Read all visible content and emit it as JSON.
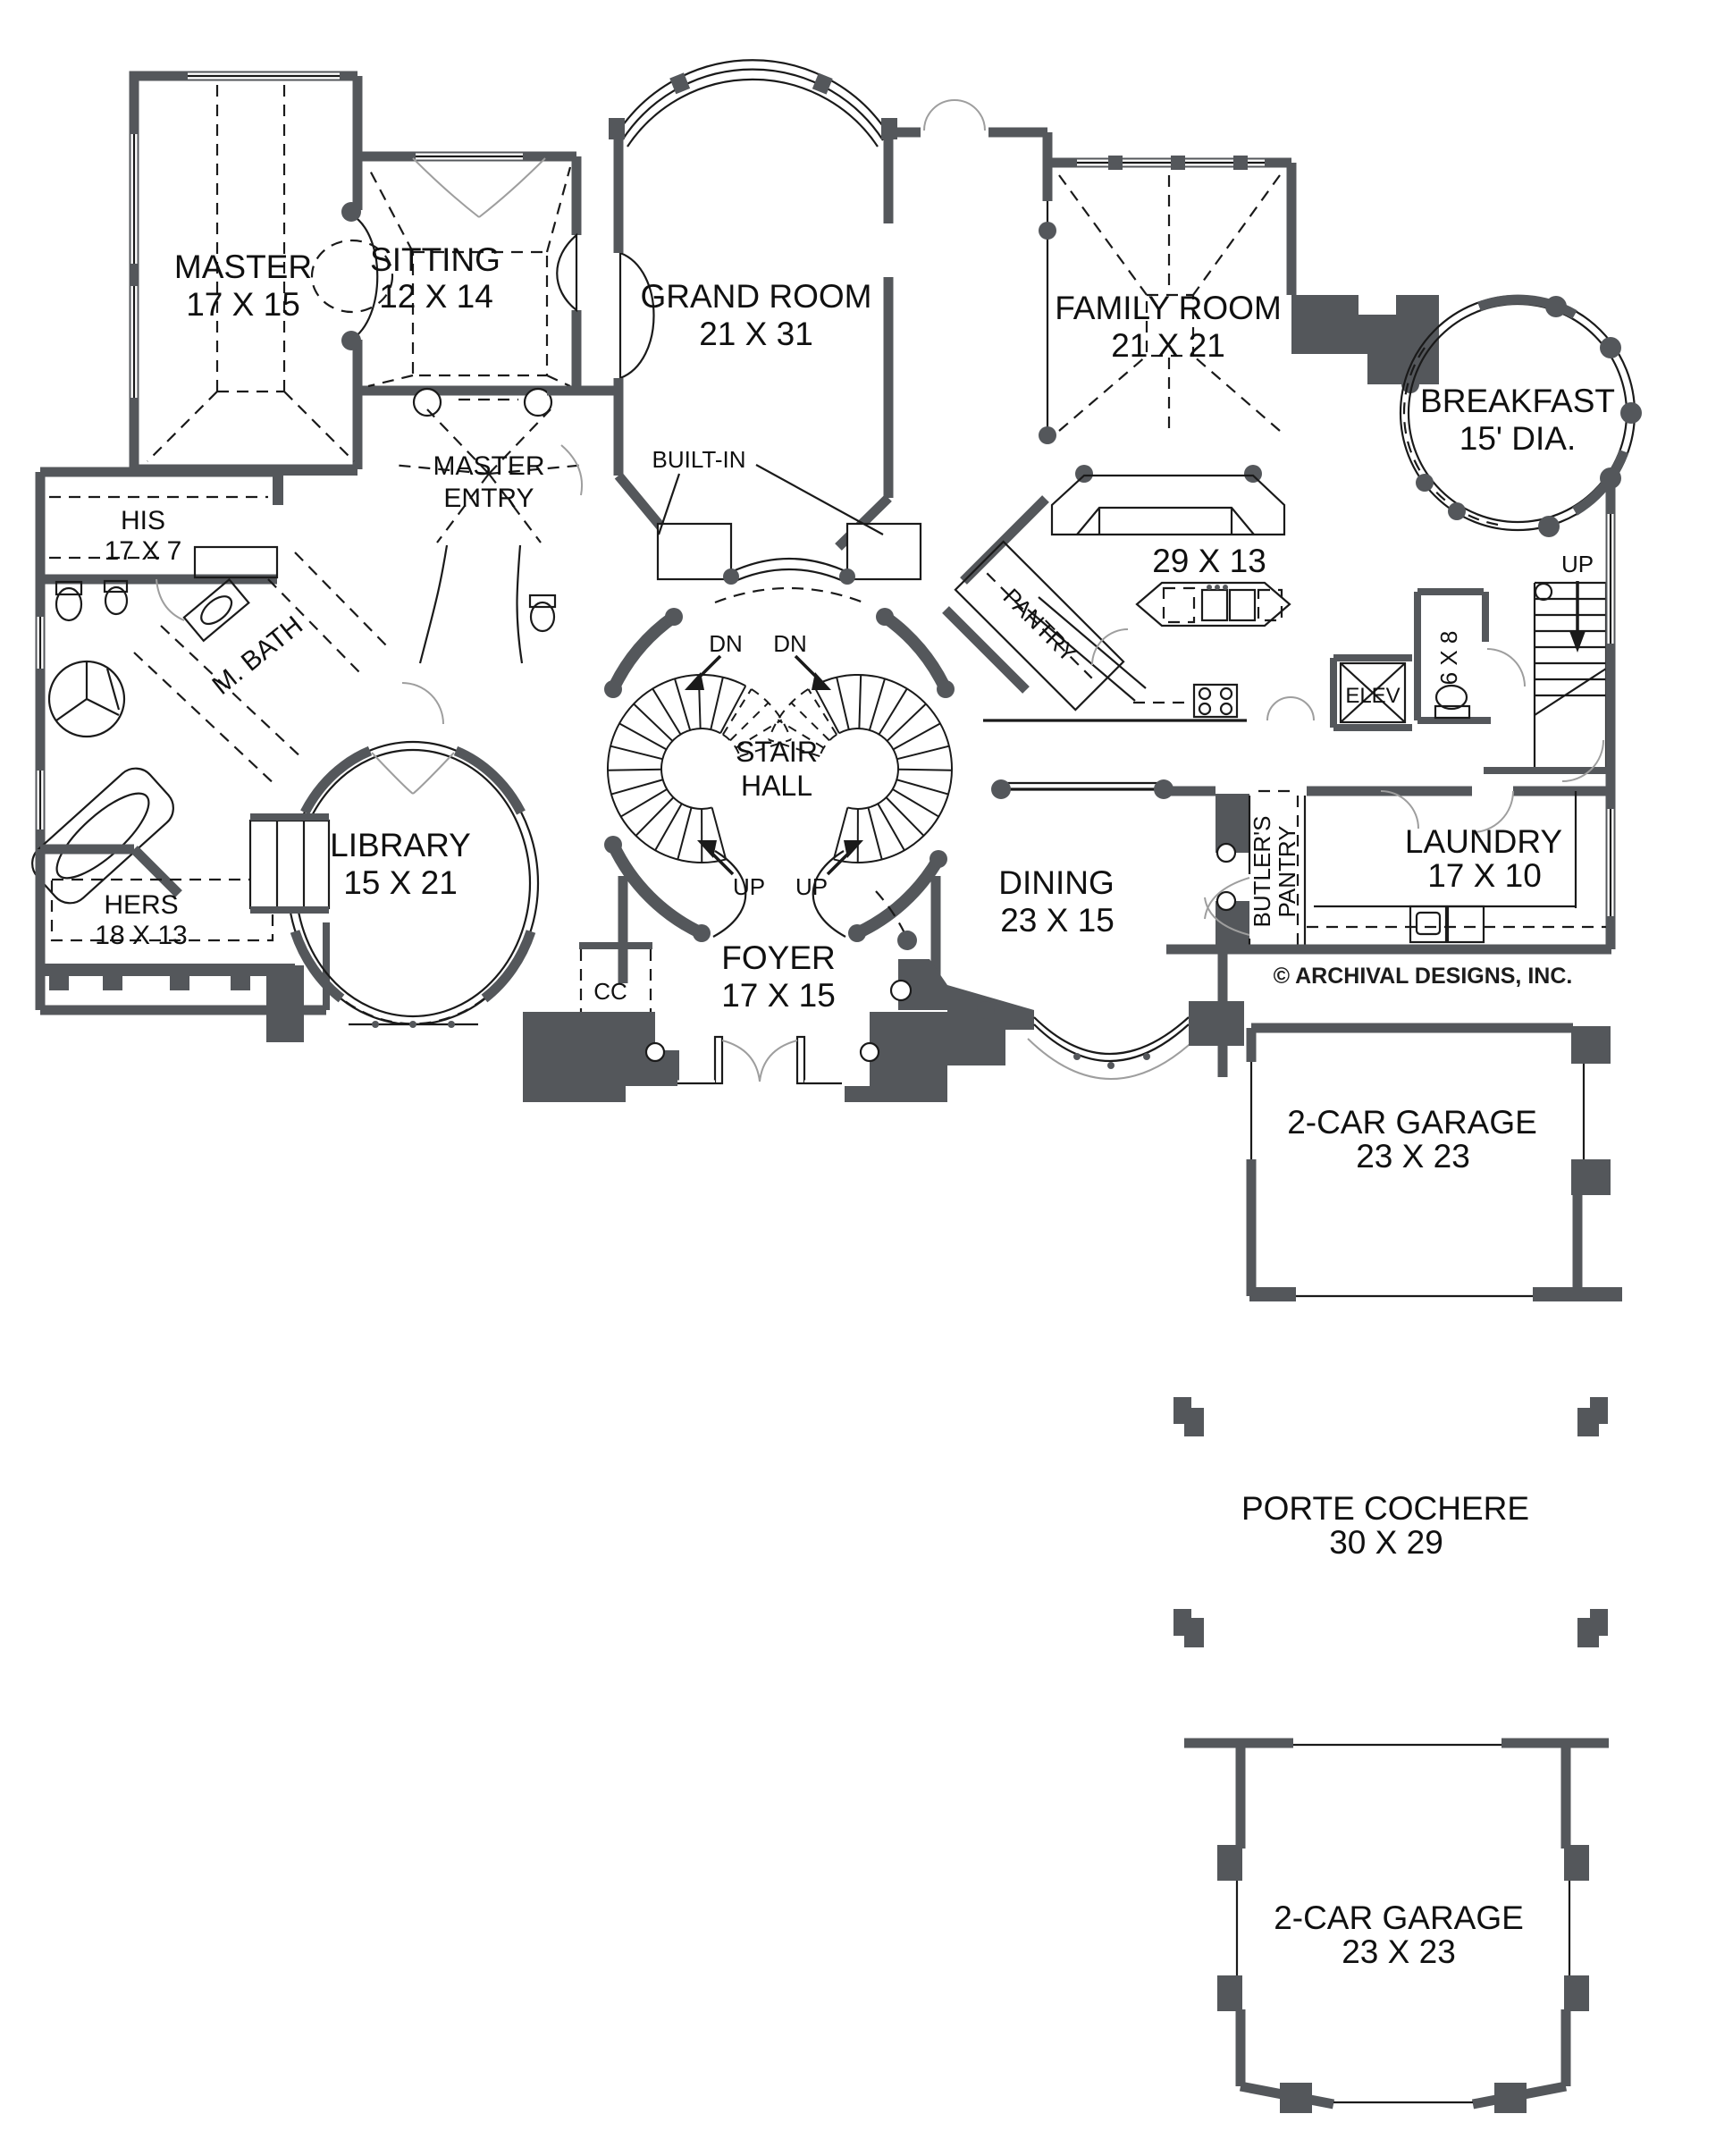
{
  "colors": {
    "wall": "#54575b",
    "line": "#1a1a1a",
    "background": "#ffffff"
  },
  "rooms": {
    "master": {
      "name": "MASTER",
      "dims": "17 X 15"
    },
    "sitting": {
      "name": "SITTING",
      "dims": "12 X 14"
    },
    "grand_room": {
      "name": "GRAND ROOM",
      "dims": "21 X 31"
    },
    "family_room": {
      "name": "FAMILY ROOM",
      "dims": "21 X 21"
    },
    "breakfast": {
      "name": "BREAKFAST",
      "dims": "15' DIA."
    },
    "his_closet": {
      "name": "HIS",
      "dims": "17 X 7"
    },
    "master_bath": {
      "name": "M. BATH"
    },
    "master_entry": {
      "line1": "MASTER",
      "line2": "ENTRY"
    },
    "hers_closet": {
      "name": "HERS",
      "dims": "18 X 13"
    },
    "library": {
      "name": "LIBRARY",
      "dims": "15 X 21"
    },
    "stair_hall": {
      "line1": "STAIR",
      "line2": "HALL"
    },
    "foyer": {
      "name": "FOYER",
      "dims": "17 X 15"
    },
    "kitchen": {
      "dims": "29 X 13"
    },
    "pantry": {
      "name": "PANTRY"
    },
    "butlers_pantry": {
      "line1": "BUTLER'S",
      "line2": "PANTRY"
    },
    "elevator": {
      "name": "ELEV"
    },
    "powder": {
      "dims": "6 X 8"
    },
    "laundry": {
      "name": "LAUNDRY",
      "dims": "17 X 10"
    },
    "dining": {
      "name": "DINING",
      "dims": "23 X 15"
    },
    "coat_closet": {
      "name": "CC"
    },
    "garage_upper": {
      "name": "2-CAR GARAGE",
      "dims": "23 X 23"
    },
    "porte_cochere": {
      "name": "PORTE COCHERE",
      "dims": "30 X 29"
    },
    "garage_lower": {
      "name": "2-CAR GARAGE",
      "dims": "23 X 23"
    }
  },
  "annotations": {
    "built_in": "BUILT-IN",
    "down": "DN",
    "up": "UP"
  },
  "credit": "© ARCHIVAL DESIGNS, INC."
}
